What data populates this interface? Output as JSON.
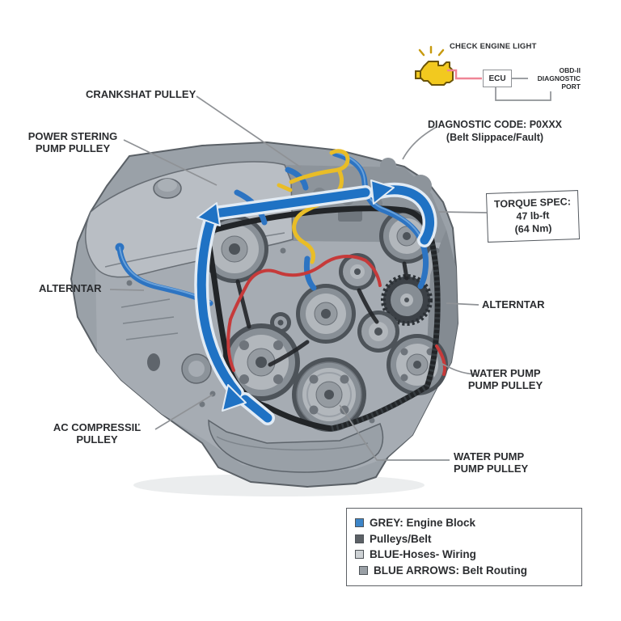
{
  "diagram": {
    "labels": {
      "crankshaft_pulley": "CRANKSHAT PULLEY",
      "power_steering": "POWER STERING\nPUMP PULLEY",
      "alternator_left": "ALTERNTAR",
      "alternator_right": "ALTERNTAR",
      "ac_compressor": "AC COMPRESSIĽ\nPULLEY",
      "water_pump_right": "WATER PUMP\nPUMP PULLEY",
      "water_pump_bottom": "WATER PUMP\nPUMP PULLEY"
    },
    "obd_module": {
      "check_engine_light": "CHECK ENGINE LIGHT",
      "ecu": "ECU",
      "obd_port": "OBD-II\nDIAGNOSTIC\nPORT",
      "diagnostic_code": "DIAGNOSTIC CODE: P0XXX\n(Belt Slippace/Fault)"
    },
    "torque_box": {
      "line1": "TORQUE SPEC:",
      "line2": "47 lb-ft",
      "line3": "(64 Nm)"
    },
    "legend": {
      "items": [
        {
          "label": "GREY: Engine Block",
          "color": "#3d85c8"
        },
        {
          "label": "Pulleys/Belt",
          "color": "#5c6166"
        },
        {
          "label": "BLUE-Hoses- Wiring",
          "color": "#cdd1d4"
        },
        {
          "label": "BLUE ARROWS: Belt Routing",
          "color": "#9aa0a6"
        }
      ]
    },
    "colors": {
      "engine_block": "#9aa1a8",
      "engine_front": "#a6acb3",
      "valve_cover": "#b9bec4",
      "belt": "#222528",
      "hose_blue": "#2d74c2",
      "arrow_blue": "#1f72c4",
      "wire_red": "#c63a3a",
      "wire_yellow": "#e9bd27",
      "check_engine_yellow": "#f2c91f",
      "ecu_wire_pink": "#ef8596",
      "leader_grey": "#8f9296"
    }
  }
}
